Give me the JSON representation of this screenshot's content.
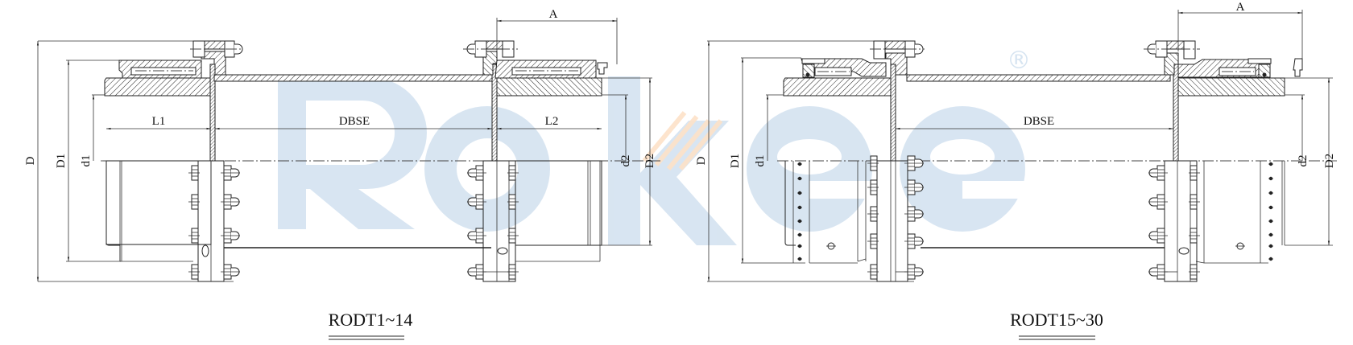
{
  "watermark": {
    "text": "Rokee",
    "registered_mark": "®",
    "color": "#d6e4f1",
    "accent_color": "#fde2c8"
  },
  "drawings": [
    {
      "id": "left",
      "caption": "RODT1~14",
      "dimensions": {
        "A": "A",
        "L1": "L1",
        "DBSE": "DBSE",
        "L2": "L2",
        "D": "D",
        "D1": "D1",
        "d1": "d1",
        "d2": "d2",
        "D2": "D2"
      }
    },
    {
      "id": "right",
      "caption": "RODT15~30",
      "dimensions": {
        "A": "A",
        "DBSE": "DBSE",
        "D": "D",
        "D1": "D1",
        "d1": "d1",
        "d2": "d2",
        "D2": "D2"
      }
    }
  ],
  "colors": {
    "line": "#222222",
    "background": "#ffffff"
  }
}
